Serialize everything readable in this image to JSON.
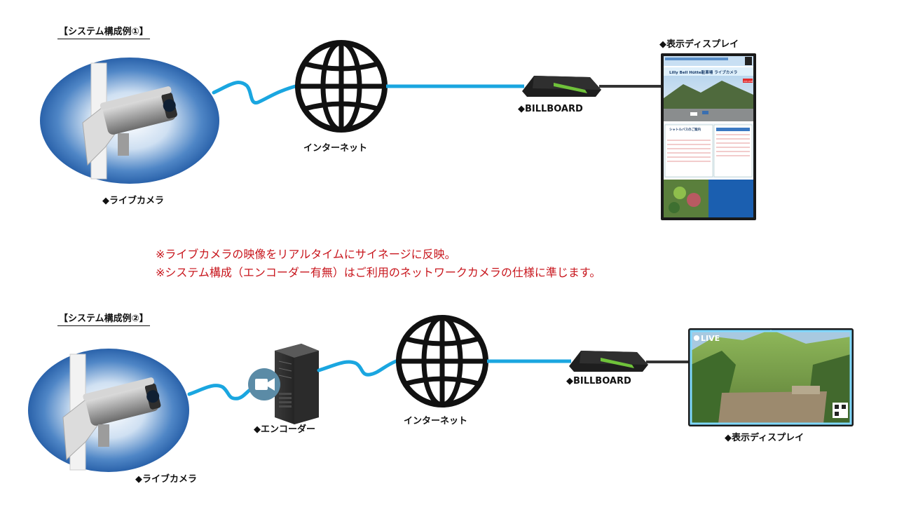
{
  "system1": {
    "heading": "【システム構成例①】",
    "camera_label": "◆ライブカメラ",
    "internet_label": "インターネット",
    "billboard_label": "◆BILLBOARD",
    "display_label": "◆表示ディスプレイ",
    "display_screen": {
      "title": "Lilly Bell Hütte駐車場 ライブカメラ",
      "live_badge": "24h LIVE",
      "section_title": "シャトルバスのご案内"
    }
  },
  "notes": [
    "※ライブカメラの映像をリアルタイムにサイネージに反映。",
    "※システム構成（エンコーダー有無）はご利用のネットワークカメラの仕様に準じます。"
  ],
  "system2": {
    "heading": "【システム構成例②】",
    "camera_label": "◆ライブカメラ",
    "encoder_label": "◆エンコーダー",
    "internet_label": "インターネット",
    "billboard_label": "◆BILLBOARD",
    "display_label": "◆表示ディスプレイ",
    "live_badge": "LIVE"
  },
  "colors": {
    "cable": "#1aa6e0",
    "dark_cable": "#333333",
    "note_text": "#c8161d",
    "camera_bg": "#2f6fb5"
  }
}
